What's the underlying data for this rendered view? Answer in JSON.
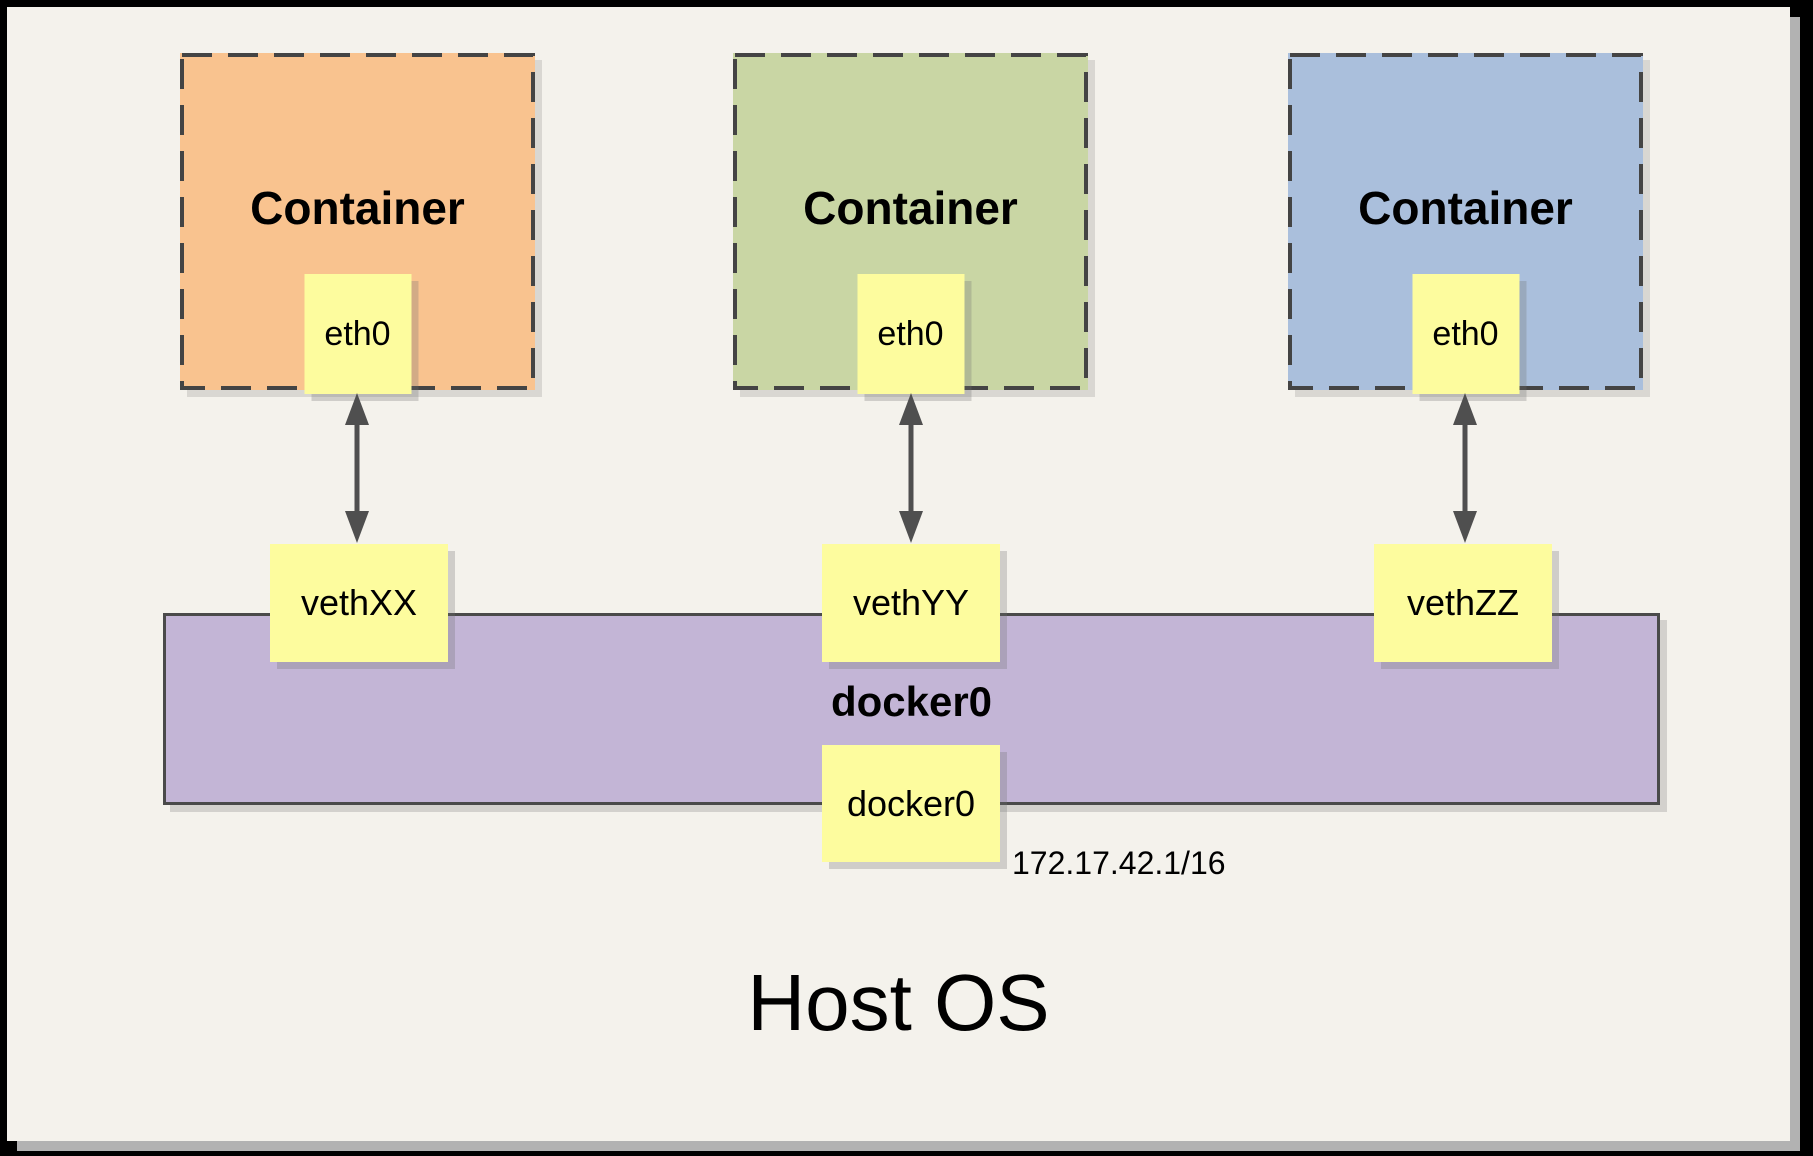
{
  "colors": {
    "page_bg": "#f4f2ec",
    "frame_black": "#000000",
    "shadow_gray": "#b2b2b2",
    "note_yellow": "#fdfc9e",
    "bridge_purple": "#c3b5d6",
    "border_dark": "#444444",
    "arrow_gray": "#4f4f4f",
    "container_orange": "#f9c38f",
    "container_green": "#c9d6a4",
    "container_blue": "#aabfdc"
  },
  "containers": [
    {
      "label": "Container",
      "interface": "eth0",
      "veth": "vethXX",
      "color": "#f9c38f"
    },
    {
      "label": "Container",
      "interface": "eth0",
      "veth": "vethYY",
      "color": "#c9d6a4"
    },
    {
      "label": "Container",
      "interface": "eth0",
      "veth": "vethZZ",
      "color": "#aabfdc"
    }
  ],
  "bridge": {
    "name": "docker0",
    "interface_label": "docker0",
    "ip": "172.17.42.1/16"
  },
  "host": {
    "label": "Host OS"
  }
}
